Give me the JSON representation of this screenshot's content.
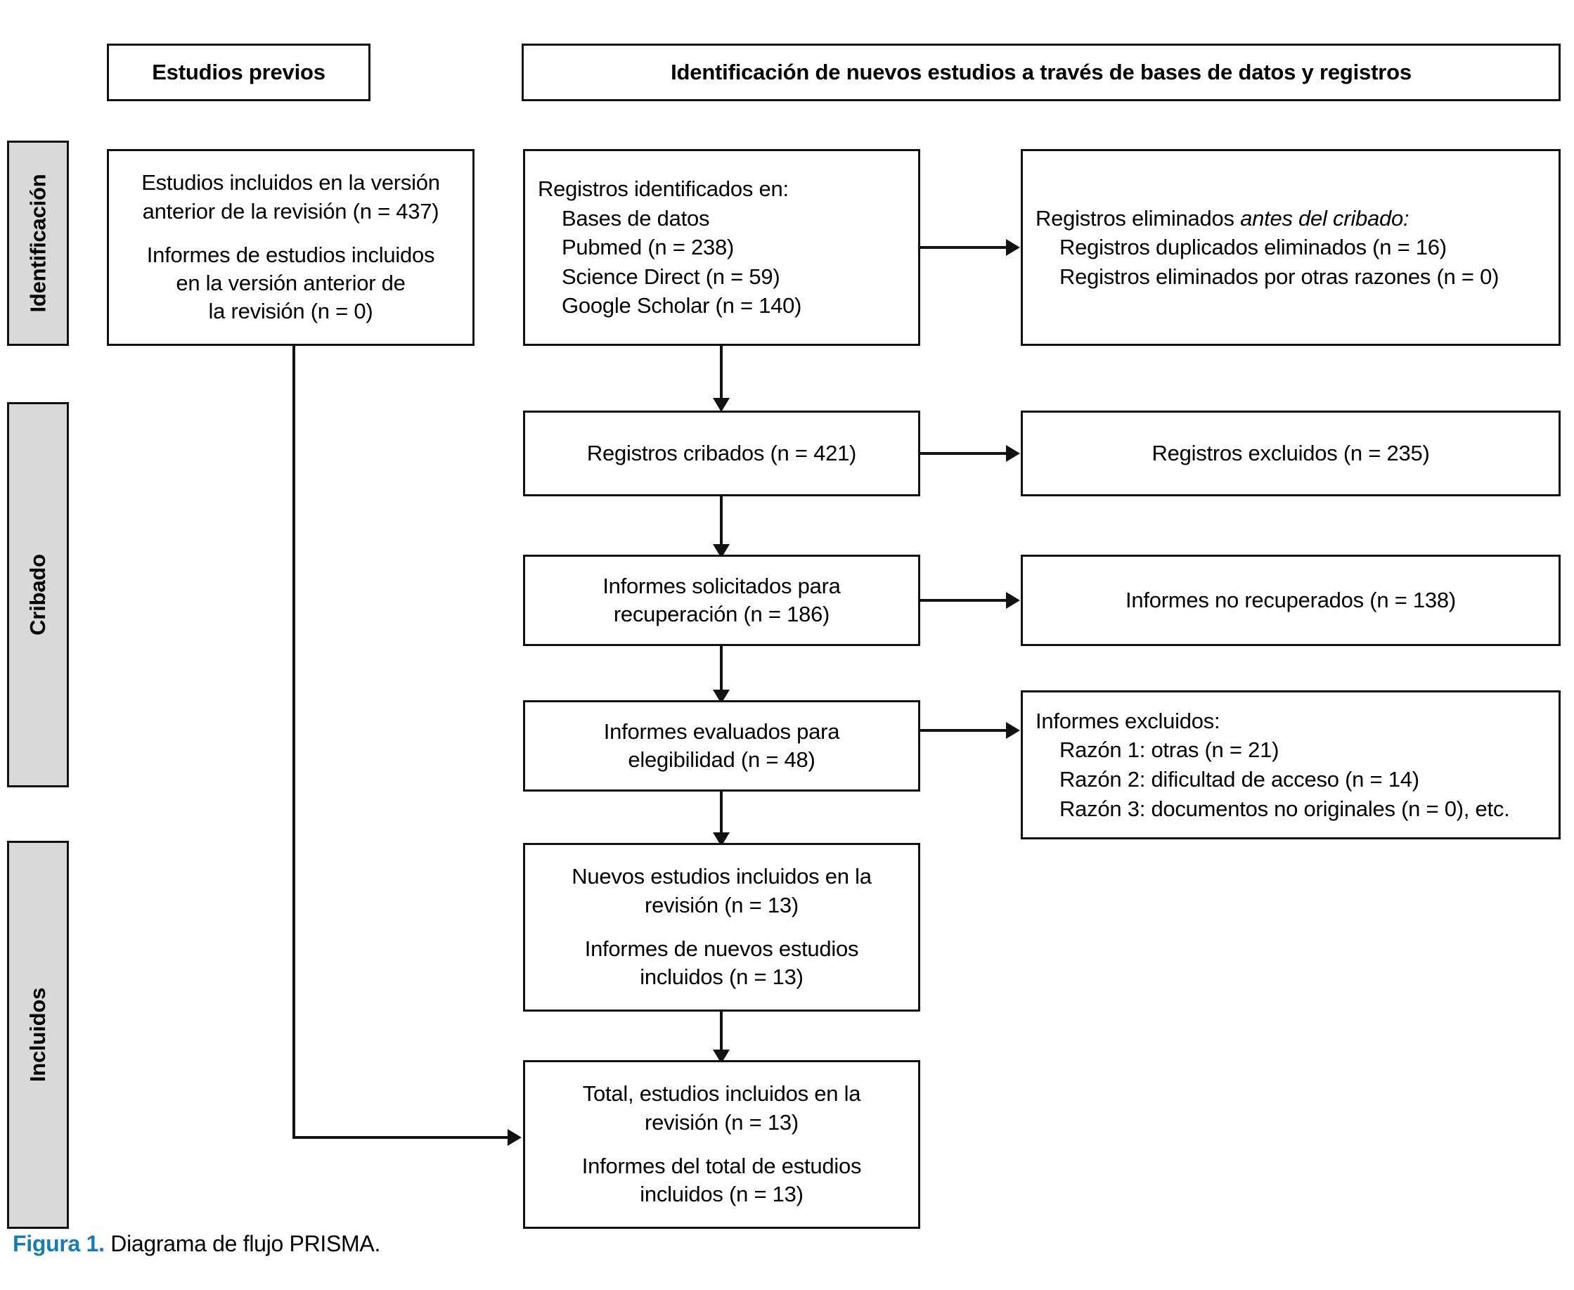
{
  "figure": {
    "caption_label": "Figura 1.",
    "caption_text": "Diagrama de flujo PRISMA.",
    "accent_color": "#1b7cb0",
    "stage_fill": "#d9d9d9",
    "line_color": "#121212"
  },
  "headers": {
    "previous_studies": "Estudios previos",
    "new_studies": "Identificación de nuevos estudios a través de bases de datos y registros"
  },
  "stages": [
    {
      "key": "identification",
      "label": "Identificación"
    },
    {
      "key": "screening",
      "label": "Cribado"
    },
    {
      "key": "included",
      "label": "Incluidos"
    }
  ],
  "boxes": {
    "previous_included": {
      "lines": [
        "Estudios incluidos en la versión",
        "anterior de la revisión (n = 437)"
      ],
      "lines2": [
        "Informes de estudios incluidos",
        "en la versión anterior de",
        "la revisión (n = 0)"
      ]
    },
    "records_identified": {
      "title": "Registros identificados en:",
      "items": [
        "Bases de datos",
        "Pubmed (n = 238)",
        "Science Direct (n = 59)",
        "Google Scholar (n = 140)"
      ]
    },
    "records_removed": {
      "title_plain": "Registros eliminados ",
      "title_italic": "antes del cribado:",
      "items": [
        "Registros duplicados eliminados (n = 16)",
        "Registros eliminados por otras razones (n = 0)"
      ]
    },
    "records_screened": {
      "text": "Registros cribados (n = 421)"
    },
    "records_excluded": {
      "text": "Registros excluidos (n = 235)"
    },
    "reports_sought": {
      "lines": [
        "Informes solicitados para",
        "recuperación (n = 186)"
      ]
    },
    "reports_not_retrieved": {
      "text": "Informes no recuperados (n = 138)"
    },
    "reports_assessed": {
      "lines": [
        "Informes evaluados para",
        "elegibilidad (n = 48)"
      ]
    },
    "reports_excluded": {
      "title": "Informes excluidos:",
      "items": [
        "Razón 1: otras (n = 21)",
        "Razón 2: dificultad de acceso (n = 14)",
        "Razón 3: documentos no originales (n = 0), etc."
      ]
    },
    "new_studies_included": {
      "lines": [
        "Nuevos estudios incluidos en la",
        "revisión (n = 13)"
      ],
      "lines2": [
        "Informes de nuevos estudios",
        "incluidos (n = 13)"
      ]
    },
    "total_included": {
      "lines": [
        "Total, estudios incluidos en la",
        "revisión (n = 13)"
      ],
      "lines2": [
        "Informes del total de estudios",
        "incluidos (n = 13)"
      ]
    }
  },
  "flow_data": {
    "type": "prisma-flow",
    "counts": {
      "previous_version_studies": 437,
      "previous_version_reports": 0,
      "pubmed": 238,
      "science_direct": 59,
      "google_scholar": 140,
      "duplicates_removed": 16,
      "removed_other_reasons": 0,
      "records_screened": 421,
      "records_excluded": 235,
      "reports_sought": 186,
      "reports_not_retrieved": 138,
      "reports_assessed": 48,
      "excluded_reason_1": 21,
      "excluded_reason_2": 14,
      "excluded_reason_3": 0,
      "new_studies_included": 13,
      "new_reports_included": 13,
      "total_studies_included": 13,
      "total_reports_included": 13
    }
  }
}
